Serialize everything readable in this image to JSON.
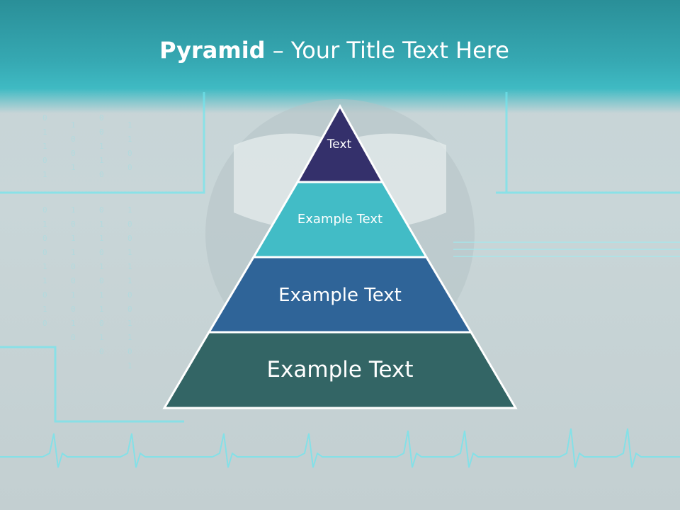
{
  "title": {
    "bold": "Pyramid",
    "dash": " – ",
    "rest": "Your Title Text Here"
  },
  "pyramid": {
    "tiers": [
      {
        "label": "Text",
        "color": "#34306b"
      },
      {
        "label": "Example Text",
        "color": "#42bcc6"
      },
      {
        "label": "Example Text",
        "color": "#2f6498"
      },
      {
        "label": "Example Text",
        "color": "#336565"
      }
    ]
  },
  "colors": {
    "header": "#36a9b3",
    "background": "#c6d3d6",
    "accent_glow": "#6fe6ee"
  }
}
